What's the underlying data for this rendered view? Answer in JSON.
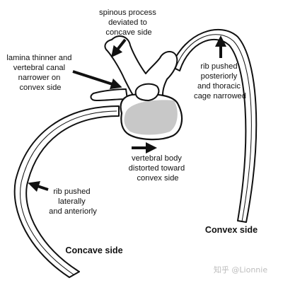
{
  "labels": {
    "spinous": [
      "spinous process",
      "deviated to",
      "concave side"
    ],
    "lamina": [
      "lamina thinner and",
      "vertebral canal",
      "narrower on",
      "convex side"
    ],
    "rib_posterior": [
      "rib pushed",
      "posteriorly",
      "and thoracic",
      "cage narrowed"
    ],
    "body_distorted": [
      "vertebral body",
      "distorted toward",
      "convex side"
    ],
    "rib_lateral": [
      "rib pushed",
      "laterally",
      "and anteriorly"
    ]
  },
  "sides": {
    "concave": "Concave side",
    "convex": "Convex side"
  },
  "watermark": "知乎 @Lionnie",
  "colors": {
    "stroke": "#111111",
    "body_fill": "#c8c8c8",
    "background": "#ffffff",
    "watermark": "#bdbdbd"
  }
}
